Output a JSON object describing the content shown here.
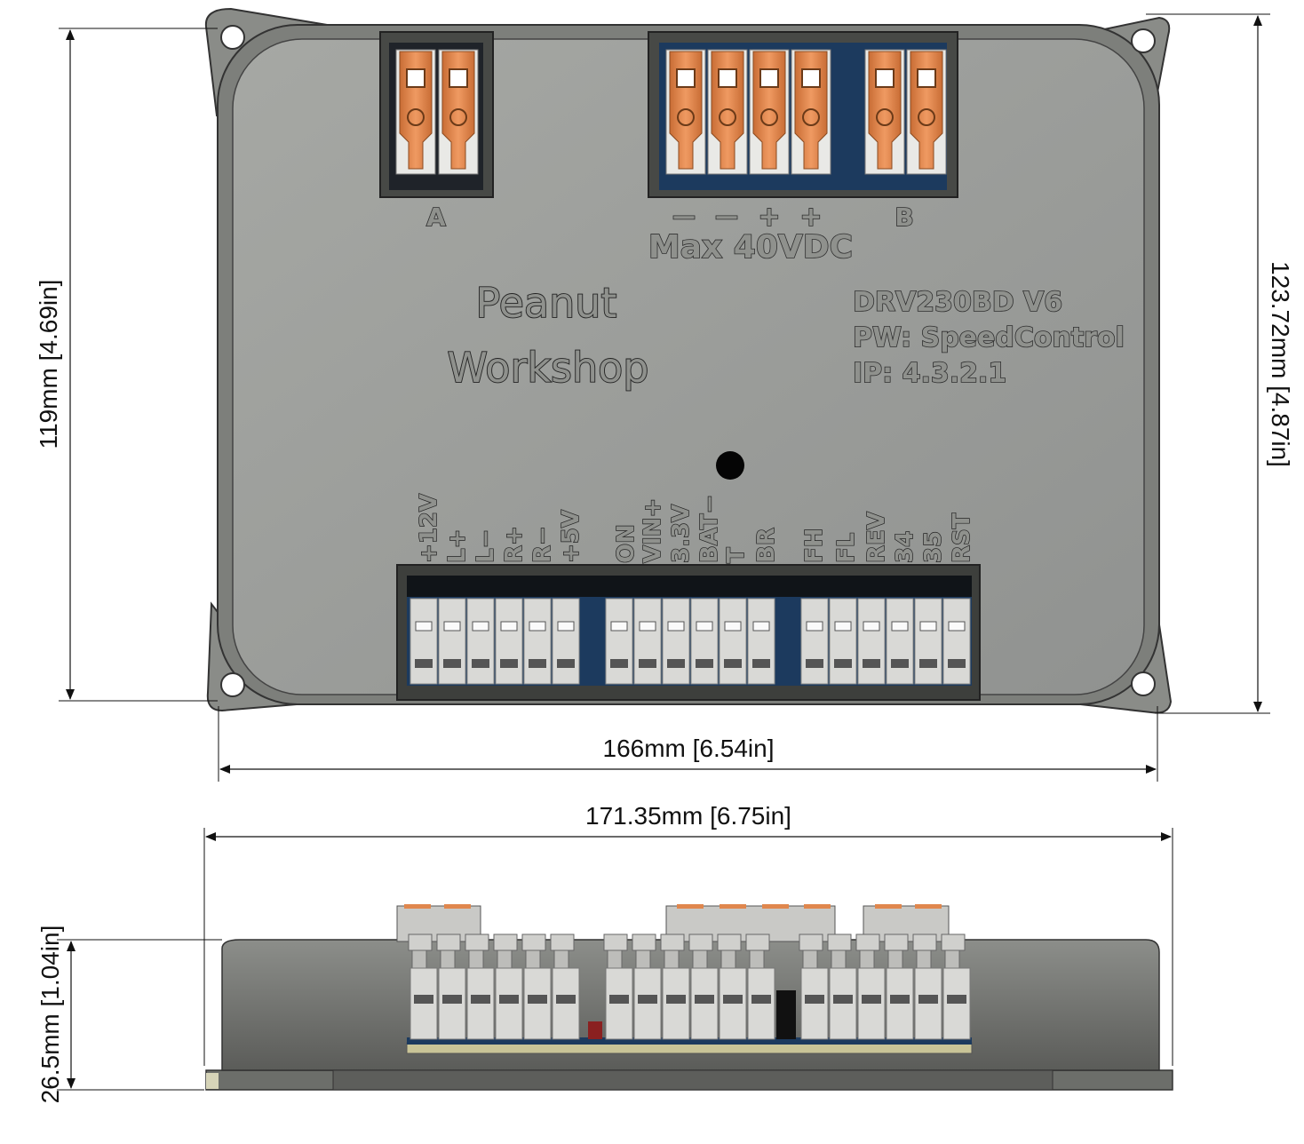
{
  "dimensions": {
    "height_top": "119mm [4.69in]",
    "height_outer": "123.72mm [4.87in]",
    "width_body": "166mm [6.54in]",
    "width_outer": "171.35mm [6.75in]",
    "height_side": "26.5mm [1.04in]"
  },
  "labels": {
    "connector_a": "A",
    "connector_b": "B",
    "minus_1": "—",
    "minus_2": "—",
    "plus_1": "+",
    "plus_2": "+",
    "max_voltage": "Max 40VDC",
    "brand_line1": "Peanut",
    "brand_line2": "Workshop",
    "model": "DRV230BD V6",
    "password": "PW: SpeedControl",
    "ip": "IP: 4.3.2.1"
  },
  "pins": {
    "group1": [
      "+12V",
      "L+",
      "L−",
      "R+",
      "R−",
      "+5V"
    ],
    "group2": [
      "ON",
      "VIN+",
      "3.3V",
      "BAT−",
      "T",
      "BR"
    ],
    "group3": [
      "FH",
      "FL",
      "REV",
      "34",
      "35",
      "RST"
    ]
  },
  "colors": {
    "housing": "#9c9e9a",
    "housing_dark": "#6e706c",
    "terminal_orange": "#e0874e",
    "terminal_white": "#d9d9d6",
    "pcb_blue": "#1c3a5e"
  }
}
